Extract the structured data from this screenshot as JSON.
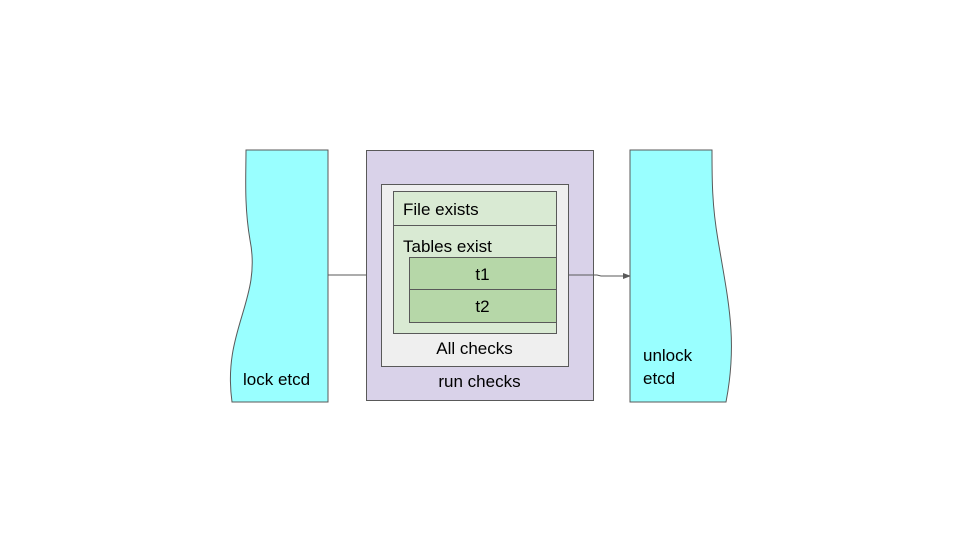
{
  "diagram": {
    "lock_step": {
      "label": "lock etcd",
      "fill": "#99ffff"
    },
    "run_step": {
      "label": "run checks",
      "fill": "#d9d2e9",
      "all_checks": {
        "label": "All checks",
        "fill": "#efefef",
        "file_exists": {
          "label": "File exists",
          "fill": "#d9ead3"
        },
        "tables_exist": {
          "label": "Tables exist",
          "fill": "#d9ead3",
          "tables": [
            {
              "label": "t1",
              "fill": "#b6d7a8"
            },
            {
              "label": "t2",
              "fill": "#b6d7a8"
            }
          ]
        }
      }
    },
    "unlock_step": {
      "line1": "unlock",
      "line2": "etcd",
      "fill": "#99ffff"
    },
    "colors": {
      "stroke": "#595959",
      "arrow": "#595959"
    }
  }
}
